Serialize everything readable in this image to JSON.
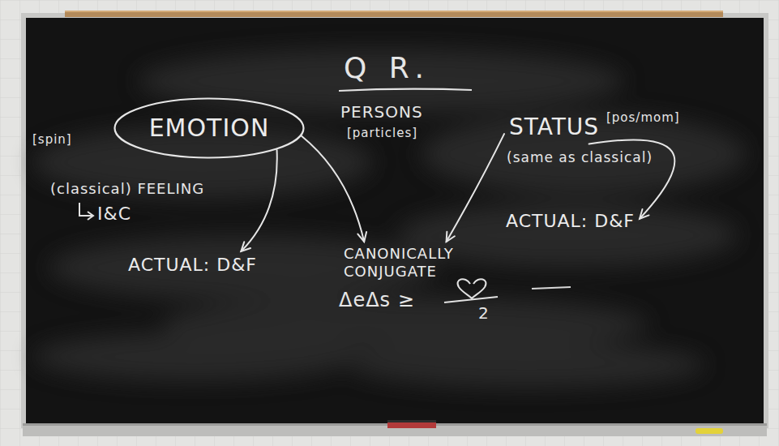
{
  "diagram": {
    "title": "Q R.",
    "nodes": [
      {
        "text": [
          "EMOTION"
        ]
      },
      {
        "text": [
          "STATUS"
        ]
      },
      {
        "text": [
          "ACTUAL: D&F"
        ]
      },
      {
        "text": [
          "CANONICALLY CONJUGATE"
        ]
      },
      {
        "text": [
          "ACTUAL: D&F"
        ]
      }
    ],
    "edges": [
      {
        "from": 0,
        "to": 4,
        "arrow": "to"
      },
      {
        "from": 0,
        "to": 3,
        "arrow": "to"
      },
      {
        "from": 1,
        "to": 3,
        "arrow": "to"
      },
      {
        "from": 1,
        "to": 2,
        "arrow": "to"
      }
    ],
    "labels": [
      "[spin]",
      "PERSONS",
      "[particles]",
      "[pos/mom]",
      "(same as classical)",
      "(classical) FEELING",
      "I&C",
      "ΔeΔs ≥",
      "2"
    ]
  }
}
